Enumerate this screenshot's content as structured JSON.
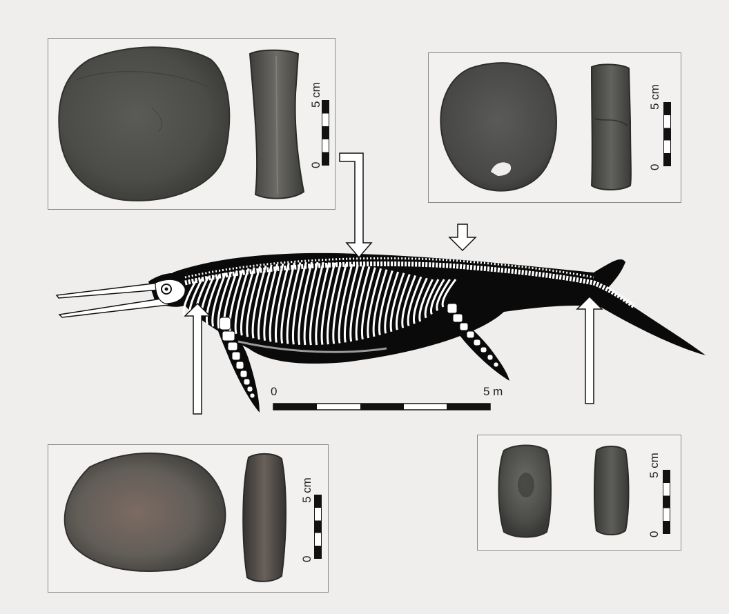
{
  "colors": {
    "background": "#efeeec",
    "frame": "#8a8a88",
    "body_silhouette": "#0a0a0a",
    "bone": "#ffffff",
    "fossil_dark": "#4a4a48",
    "fossil_mid": "#6b6a66",
    "fossil_light": "#7f6f66"
  },
  "panels": [
    {
      "id": "top-left",
      "scale": {
        "zero_label": "0",
        "max_label": "5 cm"
      },
      "description_icons": [
        "vertebra-face-icon",
        "vertebra-side-icon"
      ]
    },
    {
      "id": "top-right",
      "scale": {
        "zero_label": "0",
        "max_label": "5 cm"
      },
      "description_icons": [
        "vertebra-face-icon",
        "vertebra-side-icon"
      ]
    },
    {
      "id": "bottom-left",
      "scale": {
        "zero_label": "0",
        "max_label": "5 cm"
      },
      "description_icons": [
        "vertebra-face-icon",
        "vertebra-side-icon"
      ]
    },
    {
      "id": "bottom-right",
      "scale": {
        "zero_label": "0",
        "max_label": "5 cm"
      },
      "description_icons": [
        "vertebra-face-icon",
        "vertebra-side-icon"
      ]
    }
  ],
  "skeleton": {
    "scale": {
      "zero_label": "0",
      "max_label": "5 m"
    },
    "icon": "ichthyosaur-skeleton-icon"
  }
}
